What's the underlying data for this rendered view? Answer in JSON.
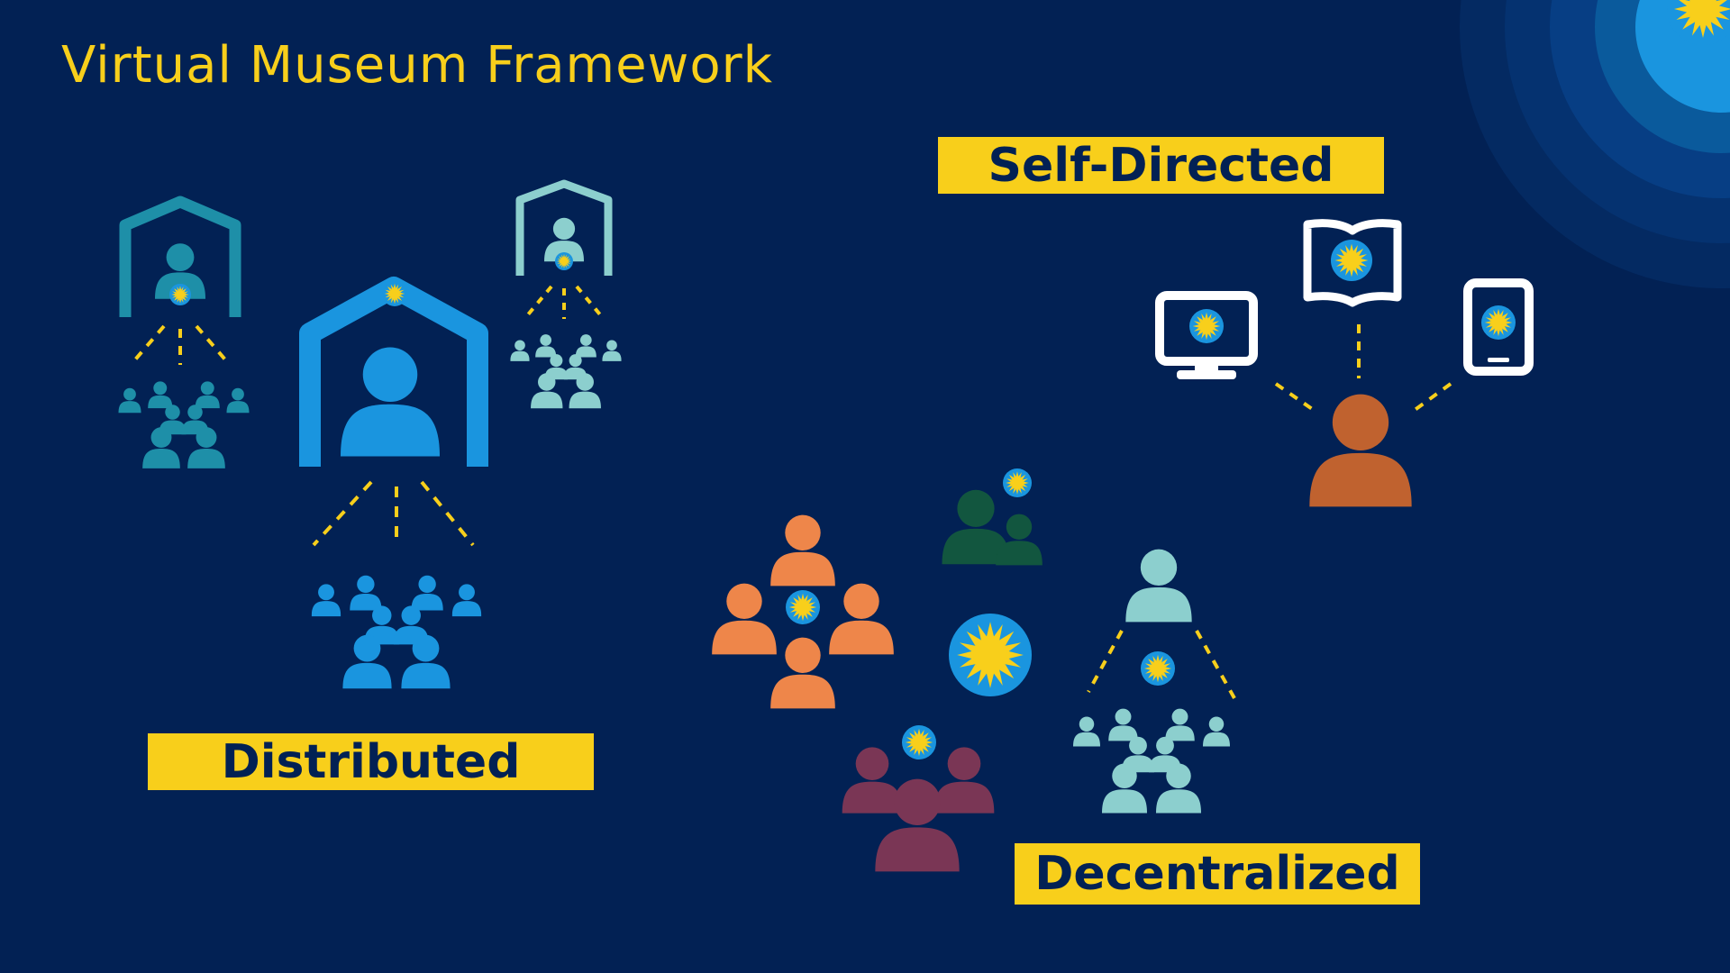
{
  "title": "Virtual Museum Framework",
  "labels": {
    "self_directed": "Self-Directed",
    "distributed": "Distributed",
    "decentralized": "Decentralized"
  },
  "colors": {
    "background": "#022154",
    "accent_yellow": "#F8CF1B",
    "teal_dark": "#1E8FA8",
    "blue_bright": "#1A95DF",
    "teal_light": "#8CCFCE",
    "orange": "#EE864A",
    "green_dark": "#12563F",
    "plum": "#7A3655",
    "brown": "#C0622F",
    "white": "#FFFFFF"
  }
}
